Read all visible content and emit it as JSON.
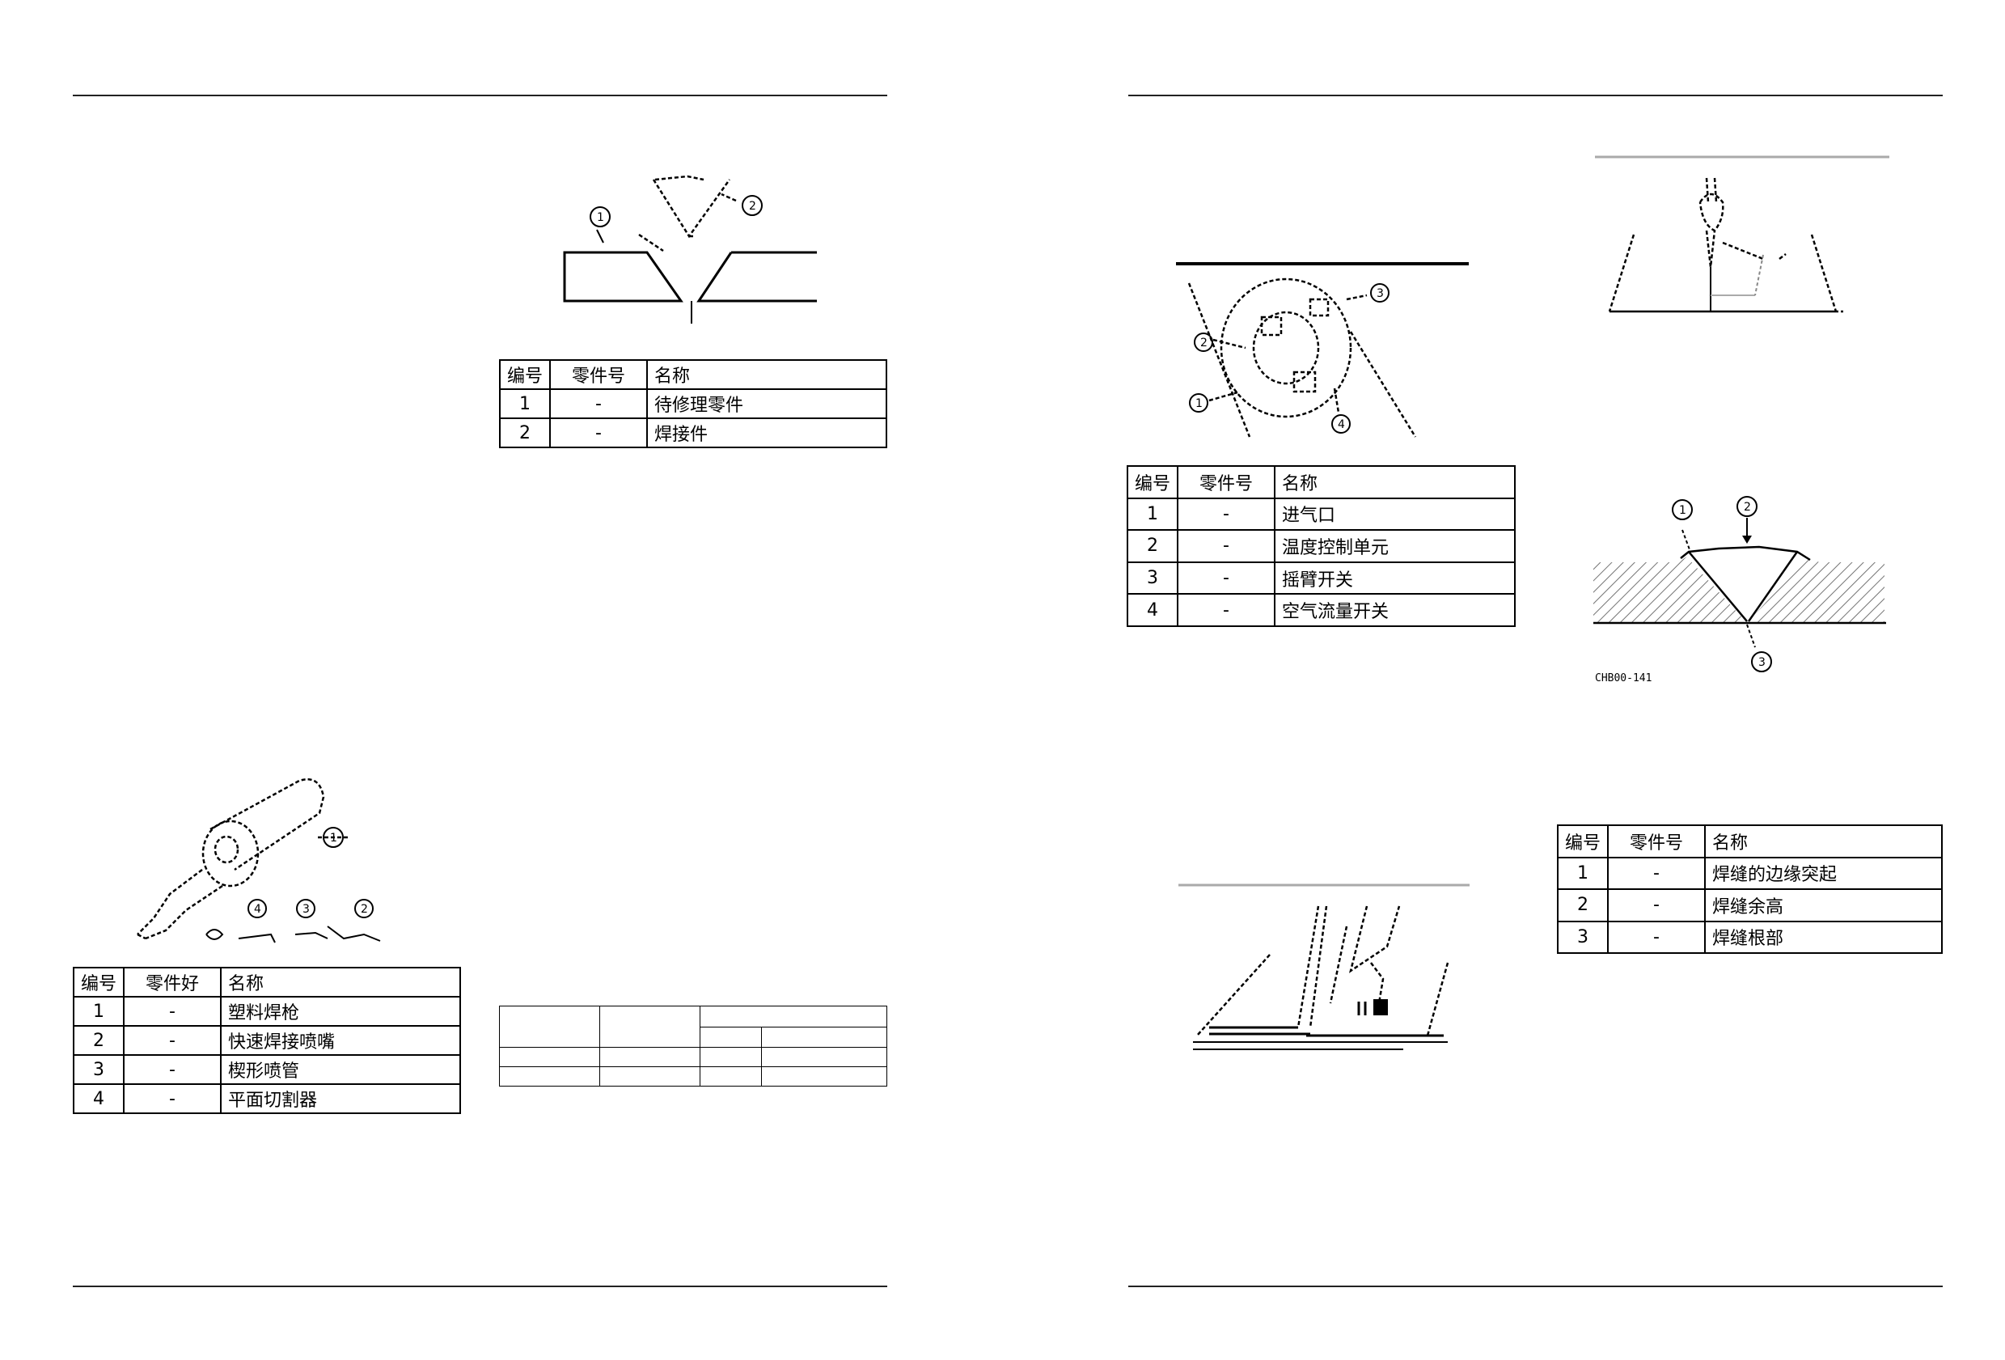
{
  "tables": {
    "t1": {
      "headers": [
        "编号",
        "零件号",
        "名称"
      ],
      "rows": [
        [
          "1",
          "-",
          "待修理零件"
        ],
        [
          "2",
          "-",
          "焊接件"
        ]
      ]
    },
    "t2": {
      "headers": [
        "编号",
        "零件好",
        "名称"
      ],
      "rows": [
        [
          "1",
          "-",
          "塑料焊枪"
        ],
        [
          "2",
          "-",
          "快速焊接喷嘴"
        ],
        [
          "3",
          "-",
          "楔形喷管"
        ],
        [
          "4",
          "-",
          "平面切割器"
        ]
      ]
    },
    "t3": {
      "headers": [
        "编号",
        "零件号",
        "名称"
      ],
      "rows": [
        [
          "1",
          "-",
          "进气口"
        ],
        [
          "2",
          "-",
          "温度控制单元"
        ],
        [
          "3",
          "-",
          "摇臂开关"
        ],
        [
          "4",
          "-",
          "空气流量开关"
        ]
      ]
    },
    "t4": {
      "headers": [
        "编号",
        "零件号",
        "名称"
      ],
      "rows": [
        [
          "1",
          "-",
          "焊缝的边缘突起"
        ],
        [
          "2",
          "-",
          "焊缝余高"
        ],
        [
          "3",
          "-",
          "焊缝根部"
        ]
      ]
    }
  },
  "figures": {
    "v_groove": {
      "callouts": [
        "1",
        "2"
      ]
    },
    "welding_gun": {
      "callouts": [
        "1",
        "2",
        "3",
        "4"
      ]
    },
    "control_unit": {
      "callouts": [
        "1",
        "2",
        "3",
        "4"
      ]
    },
    "nozzle_angle": {
      "callouts": []
    },
    "seam_section": {
      "callouts": [
        "1",
        "2",
        "3"
      ],
      "code": "CHB00-141"
    },
    "wedge_weld": {
      "callouts": []
    }
  }
}
